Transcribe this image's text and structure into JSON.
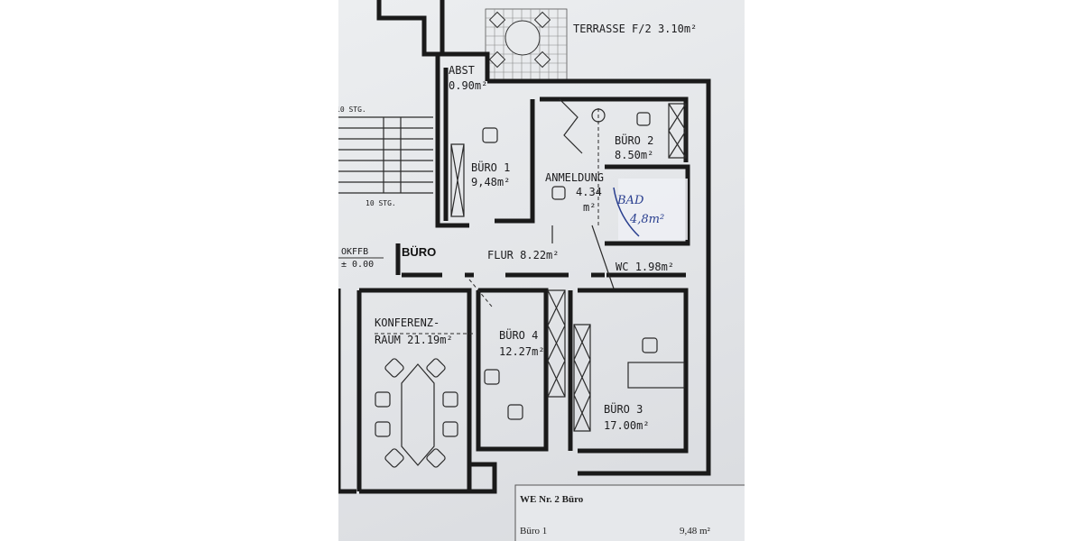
{
  "plan": {
    "rooms": [
      {
        "name": "TERRASSE F/2",
        "area": "3.10m²"
      },
      {
        "name": "ABST",
        "area": "0.90m²"
      },
      {
        "name": "BÜRO 1",
        "area": "9,48m²"
      },
      {
        "name": "BÜRO 2",
        "area": "8.50m²"
      },
      {
        "name": "ANMELDUNG",
        "area": "4.34",
        "unit": "m²"
      },
      {
        "name": "FLUR",
        "area": "8.22m²"
      },
      {
        "name": "WC",
        "area": "1.98m²"
      },
      {
        "name": "KONFERENZ-",
        "name2": "RAUM",
        "area": "21.19m²"
      },
      {
        "name": "BÜRO 4",
        "area": "12.27m²"
      },
      {
        "name": "BÜRO 3",
        "area": "17.00m²"
      }
    ],
    "handwritten": {
      "name": "BAD",
      "area": "4,8m²",
      "color": "#2a3f8f"
    },
    "unit_label": "BÜRO",
    "level": {
      "label": "OKFFB",
      "value": "± 0.00"
    },
    "stairs": [
      "10 STG.",
      "10 STG."
    ]
  },
  "table": {
    "title": "WE Nr. 2 Büro",
    "rows": [
      {
        "room": "Büro 1",
        "area": "9,48 m²"
      }
    ]
  }
}
